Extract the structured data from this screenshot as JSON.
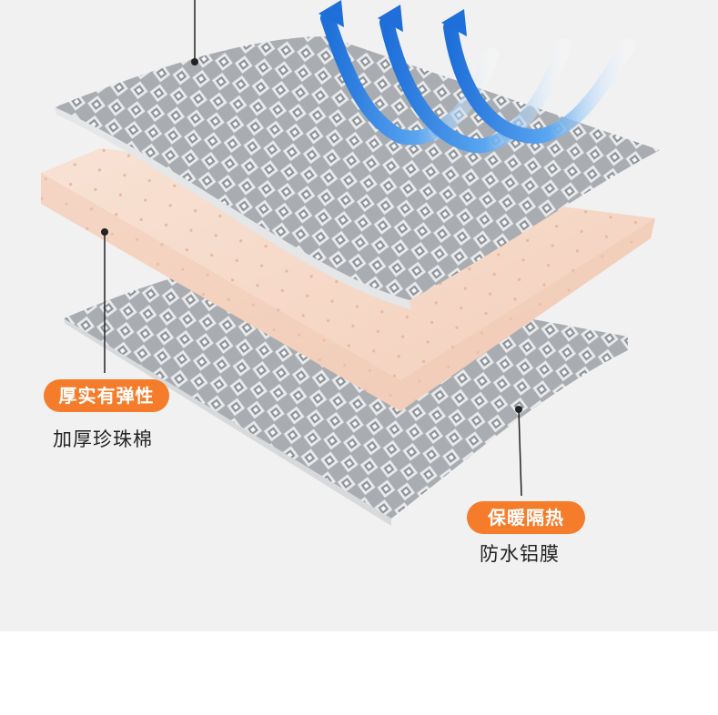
{
  "colors": {
    "background": "#f1f1f1",
    "tag_background": "#f57c2a",
    "foil": "#b9bcbf",
    "foam": "#f6d9c8",
    "arrow_blue": "#2f7fe0",
    "text": "#222222"
  },
  "layers": {
    "foam": {
      "tag": "厚实有弹性",
      "caption": "加厚珍珠棉"
    },
    "foil": {
      "tag": "保暖隔热",
      "caption": "防水铝膜"
    }
  }
}
